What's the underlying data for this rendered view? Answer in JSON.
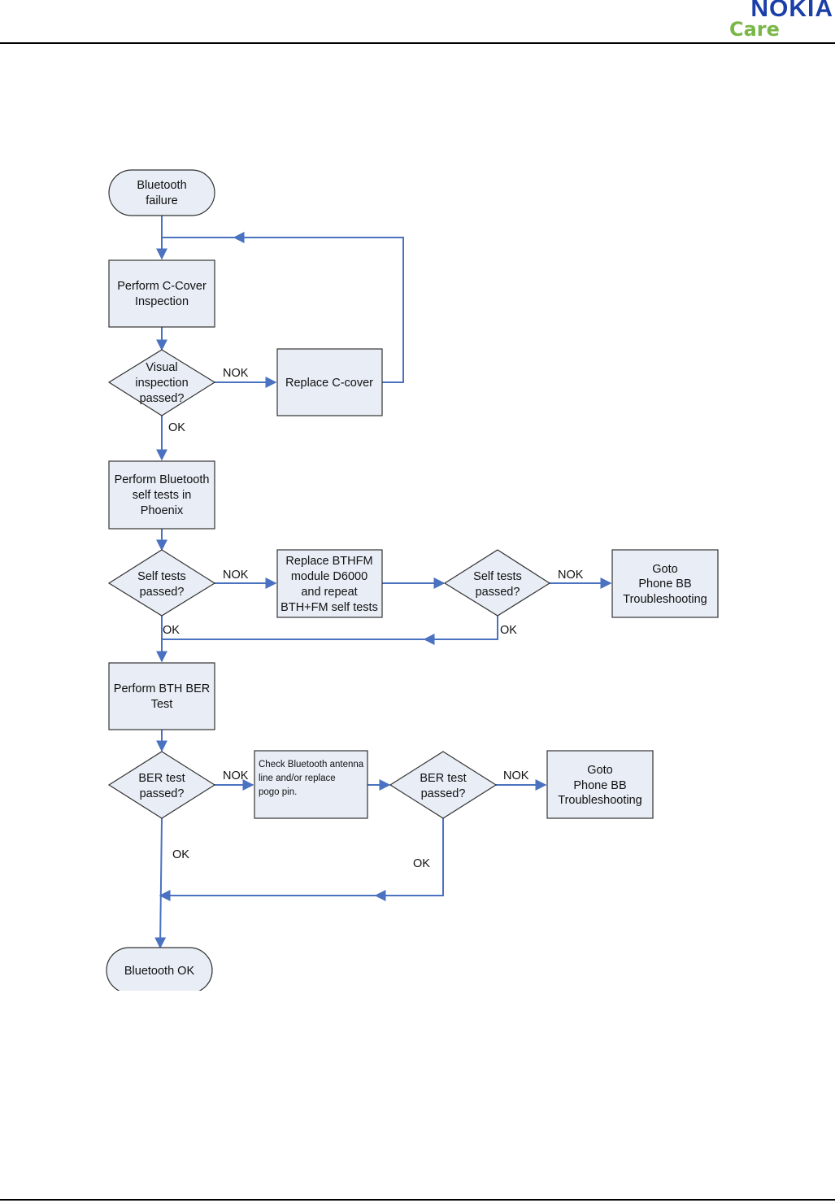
{
  "header": {
    "brand_name": "NOKIA",
    "brand_sub": "Care",
    "brand_name_color": "#1a3fa8",
    "brand_sub_color": "#7ab648"
  },
  "flowchart": {
    "colors": {
      "node_fill": "#e8edf6",
      "node_stroke": "#333333",
      "connector": "#4a72c0"
    },
    "nodes": {
      "start": [
        "Bluetooth",
        "failure"
      ],
      "ccover_inspection": [
        "Perform C-Cover",
        "Inspection"
      ],
      "visual_inspection": [
        "Visual",
        "inspection",
        "passed?"
      ],
      "replace_ccover": [
        "Replace C-cover"
      ],
      "bt_self_tests": [
        "Perform Bluetooth",
        "self tests in",
        "Phoenix"
      ],
      "self_tests_1": [
        "Self tests",
        "passed?"
      ],
      "replace_bthfm": [
        "Replace BTHFM",
        "module D6000",
        "and repeat",
        "BTH+FM self tests"
      ],
      "self_tests_2": [
        "Self tests",
        "passed?"
      ],
      "goto_bb_1": [
        "Goto",
        "Phone BB",
        "Troubleshooting"
      ],
      "bth_ber_test": [
        "Perform BTH BER",
        "Test"
      ],
      "ber_test_1": [
        "BER test",
        "passed?"
      ],
      "check_antenna": [
        "Check Bluetooth antenna",
        "line and/or replace",
        "pogo pin."
      ],
      "ber_test_2": [
        "BER test",
        "passed?"
      ],
      "goto_bb_2": [
        "Goto",
        "Phone BB",
        "Troubleshooting"
      ],
      "end": [
        "Bluetooth OK"
      ]
    },
    "edge_labels": {
      "visual_nok": "NOK",
      "visual_ok": "OK",
      "self1_nok": "NOK",
      "self1_ok": "OK",
      "self2_nok": "NOK",
      "self2_ok": "OK",
      "ber1_nok": "NOK",
      "ber1_ok": "OK",
      "ber2_nok": "NOK",
      "ber2_ok": "OK"
    }
  }
}
